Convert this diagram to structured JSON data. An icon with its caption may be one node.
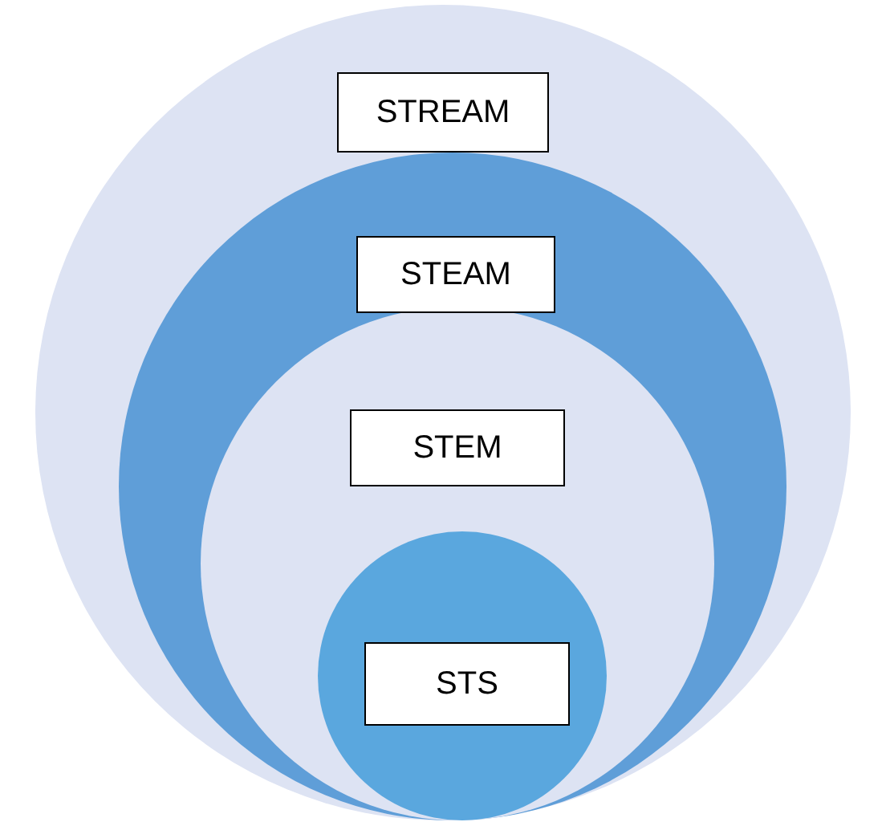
{
  "diagram": {
    "nodes": [
      {
        "text": [
          "STREAM"
        ]
      },
      {
        "text": [
          "STEAM"
        ],
        "in": 0
      },
      {
        "text": [
          "STEM"
        ],
        "in": 1
      },
      {
        "text": [
          "STS"
        ],
        "in": 2
      }
    ]
  }
}
